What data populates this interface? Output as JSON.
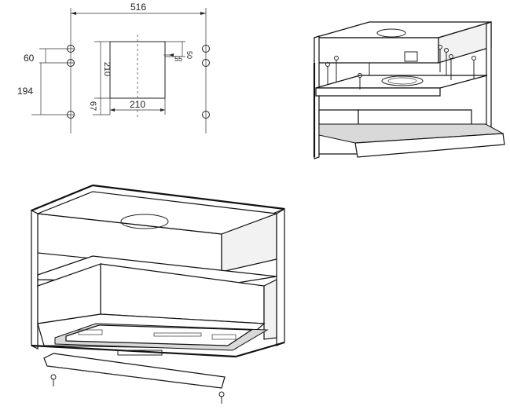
{
  "drawing_1": {
    "dim_width": "516",
    "dim_offset_top": "60",
    "dim_hole_spacing": "194",
    "dim_cutout_height": "210",
    "dim_cutout_bottom": "67",
    "dim_cutout_width": "210",
    "dim_small_top": "50",
    "dim_small_side": "55"
  }
}
